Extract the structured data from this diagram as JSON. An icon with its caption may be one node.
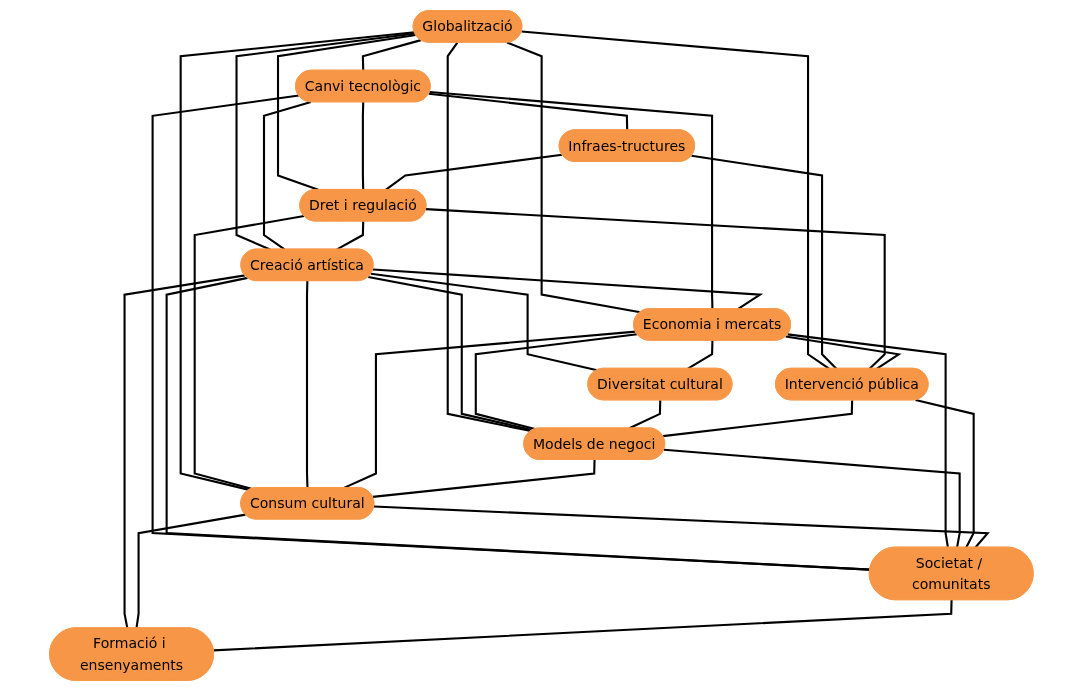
{
  "diagram": {
    "nodes": [
      {
        "text": [
          "Globalització"
        ]
      },
      {
        "text": [
          "Canvi tecnològic"
        ]
      },
      {
        "text": [
          "Economia i mercats"
        ]
      },
      {
        "text": [
          "Diversitat cultural"
        ]
      },
      {
        "text": [
          "Infraes-tructures"
        ]
      },
      {
        "text": [
          "Dret i regulació"
        ]
      },
      {
        "text": [
          "Creació artística"
        ]
      },
      {
        "text": [
          "Models de negoci"
        ]
      },
      {
        "text": [
          "Intervenció pública"
        ]
      },
      {
        "text": [
          "Consum cultural"
        ]
      },
      {
        "text": [
          "Societat / comunitats"
        ]
      },
      {
        "text": [
          "Formació i ensenyaments"
        ]
      }
    ],
    "edges": [
      {
        "from": 0,
        "to": 1,
        "arrow": "none"
      },
      {
        "from": 0,
        "to": 5,
        "arrow": "none"
      },
      {
        "from": 0,
        "to": 8,
        "arrow": "none"
      },
      {
        "from": 0,
        "to": 6,
        "arrow": "none"
      },
      {
        "from": 0,
        "to": 9,
        "arrow": "none"
      },
      {
        "from": 0,
        "to": 7,
        "arrow": "none"
      },
      {
        "from": 0,
        "to": 2,
        "arrow": "none"
      },
      {
        "from": 1,
        "to": 2,
        "arrow": "none"
      },
      {
        "from": 1,
        "to": 6,
        "arrow": "none"
      },
      {
        "from": 1,
        "to": 5,
        "arrow": "none"
      },
      {
        "from": 1,
        "to": 10,
        "arrow": "none"
      },
      {
        "from": 1,
        "to": 4,
        "arrow": "none"
      },
      {
        "from": 4,
        "to": 5,
        "arrow": "none"
      },
      {
        "from": 4,
        "to": 8,
        "arrow": "none"
      },
      {
        "from": 5,
        "to": 6,
        "arrow": "none"
      },
      {
        "from": 5,
        "to": 8,
        "arrow": "none"
      },
      {
        "from": 5,
        "to": 9,
        "arrow": "none"
      },
      {
        "from": 6,
        "to": 2,
        "arrow": "none"
      },
      {
        "from": 6,
        "to": 3,
        "arrow": "none"
      },
      {
        "from": 6,
        "to": 7,
        "arrow": "none"
      },
      {
        "from": 6,
        "to": 9,
        "arrow": "none"
      },
      {
        "from": 6,
        "to": 10,
        "arrow": "none"
      },
      {
        "from": 6,
        "to": 11,
        "arrow": "none"
      },
      {
        "from": 2,
        "to": 3,
        "arrow": "none"
      },
      {
        "from": 2,
        "to": 7,
        "arrow": "none"
      },
      {
        "from": 2,
        "to": 9,
        "arrow": "none"
      },
      {
        "from": 2,
        "to": 8,
        "arrow": "none"
      },
      {
        "from": 2,
        "to": 10,
        "arrow": "none"
      },
      {
        "from": 3,
        "to": 7,
        "arrow": "none"
      },
      {
        "from": 7,
        "to": 10,
        "arrow": "none"
      },
      {
        "from": 7,
        "to": 9,
        "arrow": "none"
      },
      {
        "from": 8,
        "to": 7,
        "arrow": "none"
      },
      {
        "from": 8,
        "to": 10,
        "arrow": "none"
      },
      {
        "from": 9,
        "to": 10,
        "arrow": "none"
      },
      {
        "from": 9,
        "to": 11,
        "arrow": "none"
      },
      {
        "from": 10,
        "to": 11,
        "arrow": "none"
      }
    ]
  }
}
